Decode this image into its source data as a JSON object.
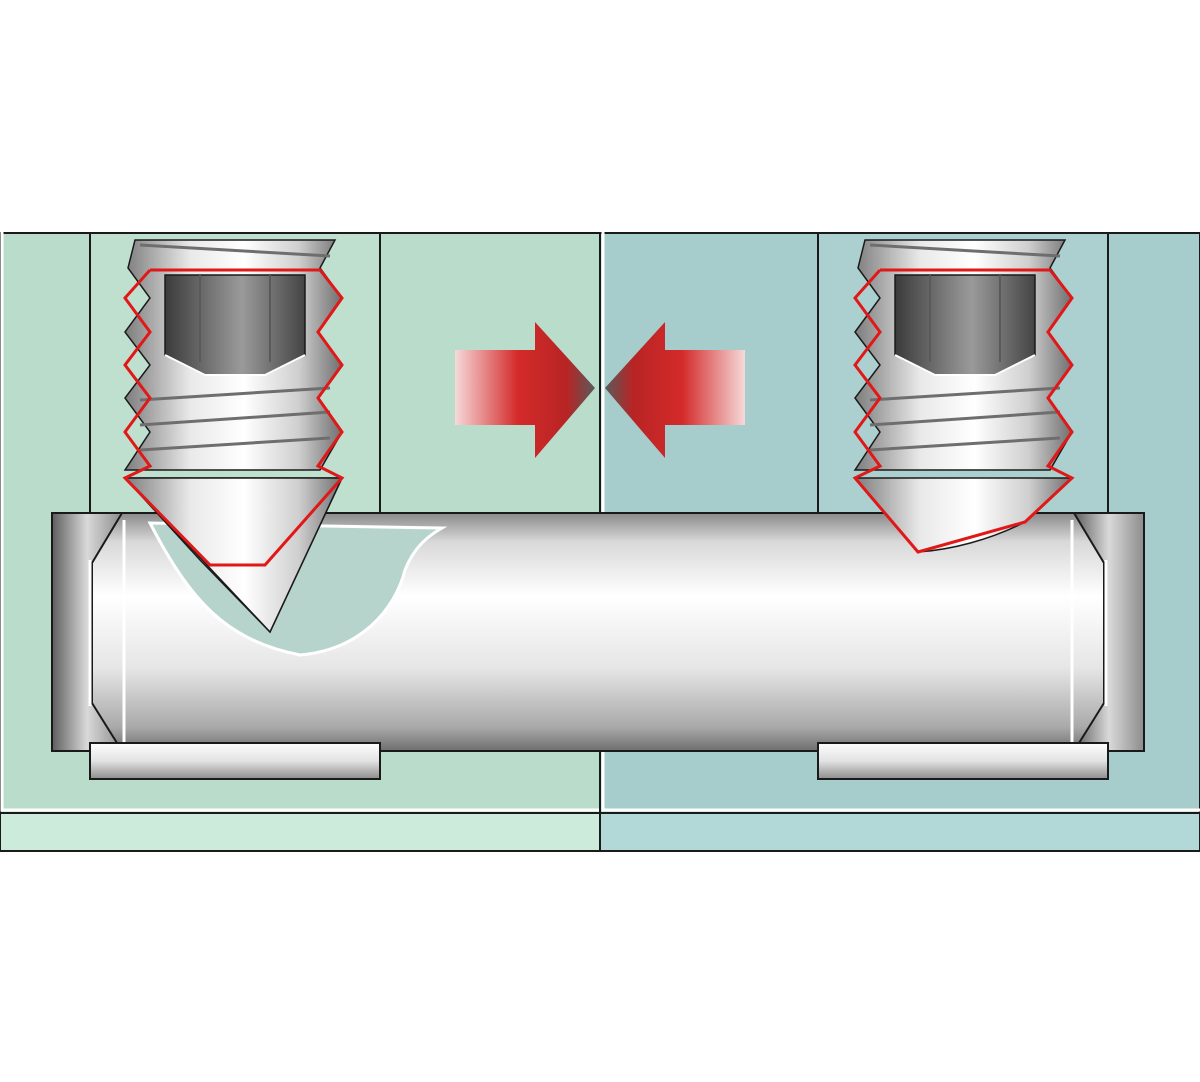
{
  "diagram": {
    "description_labels": [],
    "colors": {
      "background": "#ffffff",
      "left_profile": "#b9dccb",
      "left_profile_strip": "#cdebdb",
      "right_profile": "#a6cccb",
      "right_profile_strip": "#b3d8d8",
      "outline": "#1a1a1a",
      "thread_outline": "#e01818",
      "arrow_red": "#d42a2a",
      "steel_light": "#f2f2f2",
      "steel_dark": "#7a7a7a"
    },
    "parts": {
      "left_profile": "aluminium-profile-left",
      "right_profile": "aluminium-profile-right",
      "connector_pin": "cylindrical-connector-pin",
      "left_screw": "cone-point-grub-screw-left",
      "right_screw": "cone-point-grub-screw-right",
      "arrows": "clamping-direction-arrows"
    }
  }
}
